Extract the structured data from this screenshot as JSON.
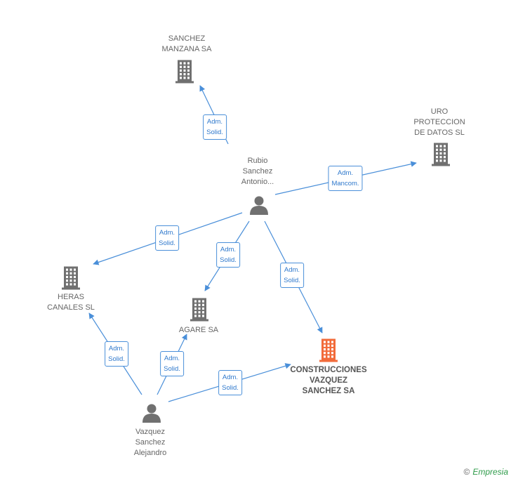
{
  "colors": {
    "edge": "#4a8fd9",
    "company_icon": "#707070",
    "company_icon_main": "#f26b3a",
    "person_icon": "#707070",
    "label_text": "#666666",
    "edge_label_text": "#2e78cc"
  },
  "nodes": [
    {
      "id": "sanchez-manzana",
      "type": "company",
      "lines": [
        "SANCHEZ",
        "MANZANA SA"
      ],
      "label_position": "above",
      "main": false
    },
    {
      "id": "uro-proteccion",
      "type": "company",
      "lines": [
        "URO",
        "PROTECCION",
        "DE DATOS SL"
      ],
      "label_position": "above",
      "main": false
    },
    {
      "id": "rubio-sanchez",
      "type": "person",
      "lines": [
        "Rubio",
        "Sanchez",
        "Antonio..."
      ],
      "label_position": "above",
      "main": false
    },
    {
      "id": "heras-canales",
      "type": "company",
      "lines": [
        "HERAS",
        "CANALES SL"
      ],
      "label_position": "below",
      "main": false
    },
    {
      "id": "agare",
      "type": "company",
      "lines": [
        "AGARE SA"
      ],
      "label_position": "below",
      "main": false
    },
    {
      "id": "construcciones-vazquez",
      "type": "company",
      "lines": [
        "CONSTRUCCIONES",
        "VAZQUEZ",
        "SANCHEZ SA"
      ],
      "label_position": "below",
      "main": true
    },
    {
      "id": "vazquez-sanchez",
      "type": "person",
      "lines": [
        "Vazquez",
        "Sanchez",
        "Alejandro"
      ],
      "label_position": "below",
      "main": false
    }
  ],
  "edges": [
    {
      "from": "rubio-sanchez",
      "to": "sanchez-manzana",
      "label": [
        "Adm.",
        "Solid."
      ]
    },
    {
      "from": "rubio-sanchez",
      "to": "uro-proteccion",
      "label": [
        "Adm.",
        "Mancom."
      ]
    },
    {
      "from": "rubio-sanchez",
      "to": "heras-canales",
      "label": [
        "Adm.",
        "Solid."
      ]
    },
    {
      "from": "rubio-sanchez",
      "to": "agare",
      "label": [
        "Adm.",
        "Solid."
      ]
    },
    {
      "from": "rubio-sanchez",
      "to": "construcciones-vazquez",
      "label": [
        "Adm.",
        "Solid."
      ]
    },
    {
      "from": "vazquez-sanchez",
      "to": "heras-canales",
      "label": [
        "Adm.",
        "Solid."
      ]
    },
    {
      "from": "vazquez-sanchez",
      "to": "agare",
      "label": [
        "Adm.",
        "Solid."
      ]
    },
    {
      "from": "vazquez-sanchez",
      "to": "construcciones-vazquez",
      "label": [
        "Adm.",
        "Solid."
      ]
    }
  ],
  "footer": {
    "copyright": "©",
    "brand": "Empresia"
  }
}
